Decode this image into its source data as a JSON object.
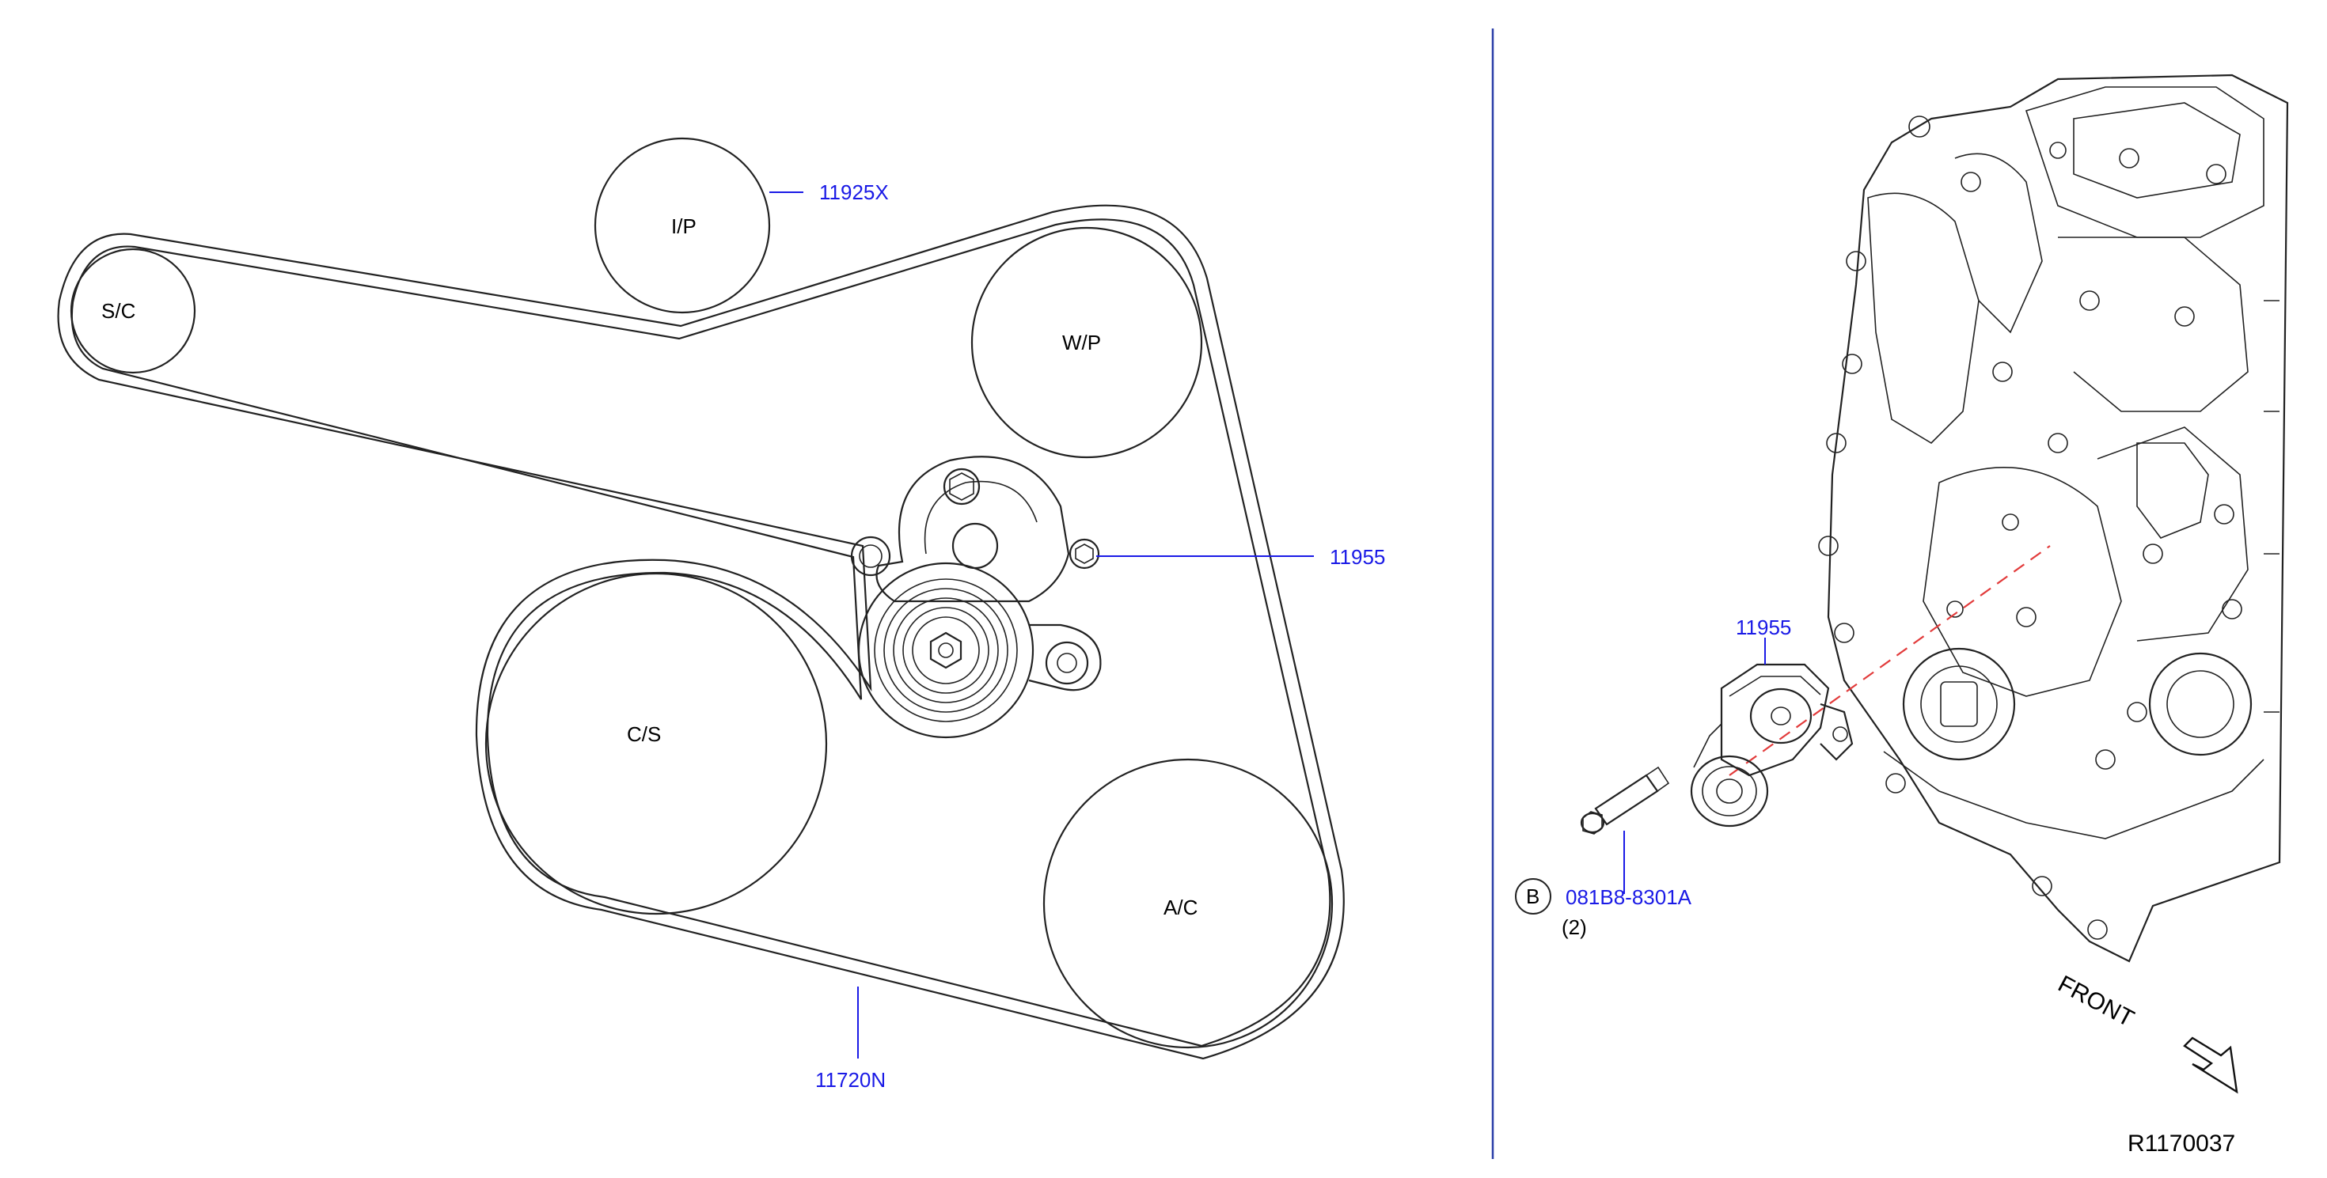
{
  "pulleys": {
    "ip": "I/P",
    "sc": "S/C",
    "wp": "W/P",
    "cs": "C/S",
    "ac": "A/C"
  },
  "part_numbers": {
    "idler_pulley": "11925X",
    "tensioner_left": "11955",
    "belt": "11720N",
    "tensioner_right": "11955",
    "bolt": "081B8-8301A"
  },
  "bolt_badge": "B",
  "bolt_qty": "(2)",
  "front_label": "FRONT",
  "diagram_ref": "R1170037",
  "colors": {
    "part_number": "#1a1ae6",
    "divider": "#2a3ea8",
    "dash_line": "#e23b3b",
    "line_art": "#222222"
  }
}
